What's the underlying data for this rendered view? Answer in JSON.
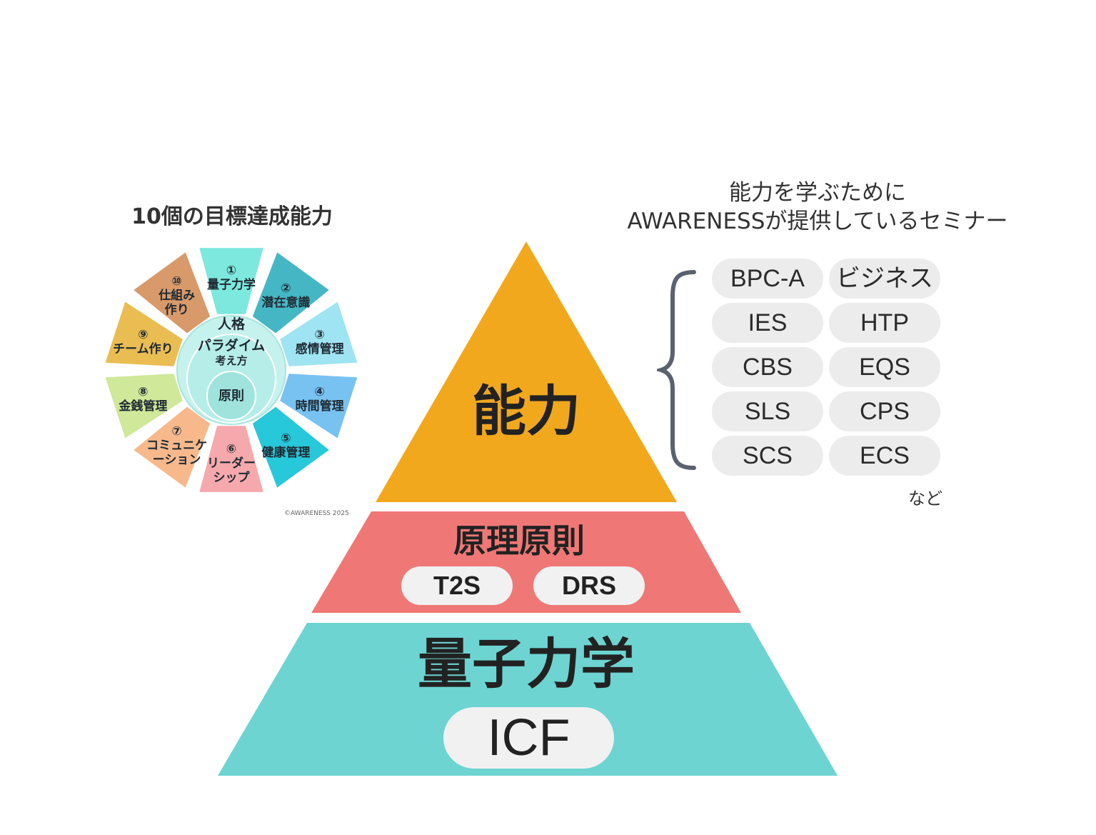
{
  "wheel": {
    "title": "10個の目標達成能力",
    "center": {
      "top": "人格",
      "middle": "パラダイム",
      "middle_sub": "考え方",
      "core": "原則"
    },
    "segments": [
      {
        "num": "①",
        "lines": [
          "量子力学"
        ],
        "color": "#7de8dd"
      },
      {
        "num": "②",
        "lines": [
          "潜在意識"
        ],
        "color": "#45b7c4"
      },
      {
        "num": "③",
        "lines": [
          "感情管理"
        ],
        "color": "#9fe4f2"
      },
      {
        "num": "④",
        "lines": [
          "時間管理"
        ],
        "color": "#78c2f2"
      },
      {
        "num": "⑤",
        "lines": [
          "健康管理"
        ],
        "color": "#27c8d9"
      },
      {
        "num": "⑥",
        "lines": [
          "リーダー",
          "シップ"
        ],
        "color": "#f5a9ac"
      },
      {
        "num": "⑦",
        "lines": [
          "コミュニケ",
          "ーション"
        ],
        "color": "#f7b98c"
      },
      {
        "num": "⑧",
        "lines": [
          "金銭管理"
        ],
        "color": "#cfe89a"
      },
      {
        "num": "⑨",
        "lines": [
          "チーム作り"
        ],
        "color": "#eabd52"
      },
      {
        "num": "⑩",
        "lines": [
          "仕組み",
          "作り"
        ],
        "color": "#d89a6a"
      }
    ],
    "copyright": "©AWARENESS 2025"
  },
  "seminars": {
    "title_line1": "能力を学ぶために",
    "title_line2": "AWARENESSが提供しているセミナー",
    "items": [
      "BPC-A",
      "ビジネス",
      "IES",
      "HTP",
      "CBS",
      "EQS",
      "SLS",
      "CPS",
      "SCS",
      "ECS"
    ],
    "note": "など"
  },
  "pyramid": {
    "top": {
      "label": "能力",
      "color": "#f2a81d"
    },
    "middle": {
      "label": "原理原則",
      "color": "#ef7876",
      "pills": [
        "T2S",
        "DRS"
      ]
    },
    "bottom": {
      "label": "量子力学",
      "color": "#6dd4d2",
      "pill": "ICF"
    }
  }
}
